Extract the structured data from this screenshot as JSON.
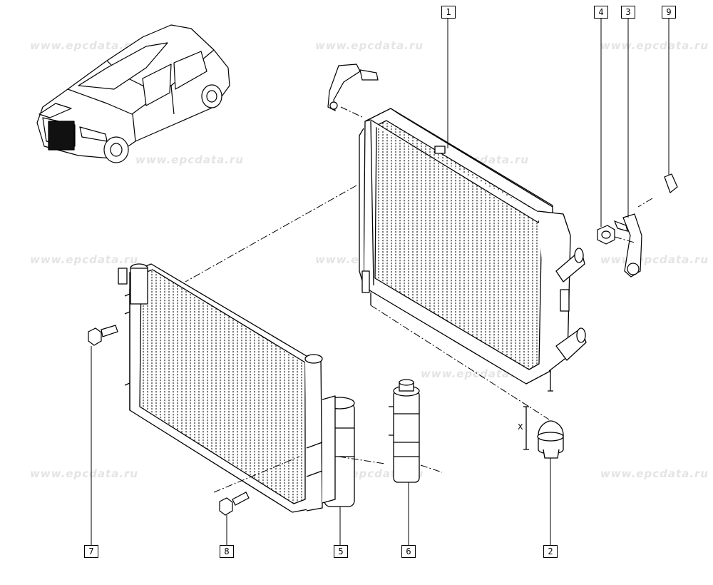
{
  "watermark": "www.epcdata.ru",
  "callouts": [
    {
      "id": "c1",
      "label": "1"
    },
    {
      "id": "c2",
      "label": "2"
    },
    {
      "id": "c3",
      "label": "3"
    },
    {
      "id": "c4",
      "label": "4"
    },
    {
      "id": "c5",
      "label": "5"
    },
    {
      "id": "c6",
      "label": "6"
    },
    {
      "id": "c7",
      "label": "7"
    },
    {
      "id": "c8",
      "label": "8"
    },
    {
      "id": "c9",
      "label": "9"
    }
  ],
  "dimension_label": "X",
  "colors": {
    "line": "#000000",
    "watermark": "#e4e4e4",
    "background": "#ffffff"
  }
}
